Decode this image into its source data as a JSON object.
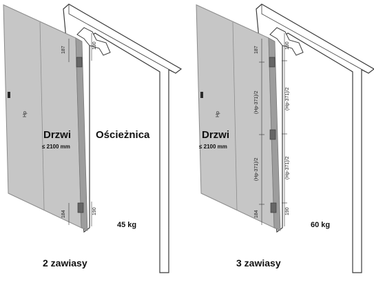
{
  "left": {
    "door_title": "Drzwi",
    "door_sub": "≤ 2100 mm",
    "frame_label": "Ościeżnica",
    "height_label": "Hp",
    "weight": "45 kg",
    "caption": "2 zawiasy",
    "dims": {
      "top_a": "187",
      "top_b": "190",
      "bot_a": "184",
      "bot_b": "190"
    }
  },
  "right": {
    "door_title": "Drzwi",
    "door_sub": "≤ 2100 mm",
    "height_label": "Hp",
    "weight": "60 kg",
    "caption": "3 zawiasy",
    "dims": {
      "top_a": "187",
      "top_b": "190",
      "mid_1": "(Hp-371)/2",
      "mid_2": "(Hp-371)/2",
      "mid_3": "(Hp-371)/2",
      "mid_4": "(Hp-371)/2",
      "bot_a": "184",
      "bot_b": "190"
    }
  },
  "colors": {
    "door": "#c6c6c6",
    "door_edge": "#8a8a8a",
    "frame": "#ffffff",
    "line": "#3a3a3a"
  }
}
